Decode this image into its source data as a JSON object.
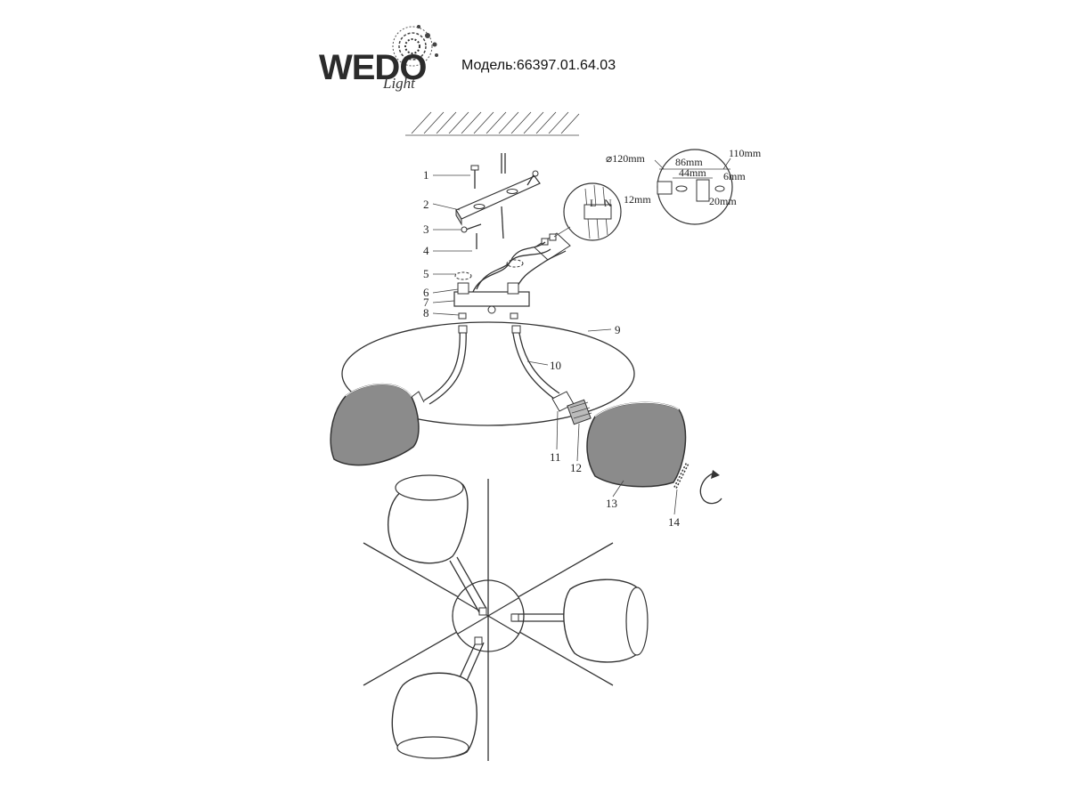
{
  "brand": {
    "name": "WEDO",
    "sub": "Light"
  },
  "model": "Модель:66397.01.64.03",
  "labels": {
    "l1": "1",
    "l2": "2",
    "l3": "3",
    "l4": "4",
    "l5": "5",
    "l6": "6",
    "l7": "7",
    "l8": "8",
    "l9": "9",
    "l10": "10",
    "l11": "11",
    "l12": "12",
    "l13": "13",
    "l14": "14"
  },
  "dimensions": {
    "d120": "⌀120mm",
    "d110": "110mm",
    "d86": "86mm",
    "d44": "44mm",
    "d6": "6mm",
    "d12": "12mm",
    "d20": "20mm"
  },
  "terminal": {
    "l": "L",
    "n": "N"
  },
  "icons": [
    "logo-swirl-icon",
    "rotate-arrow-icon",
    "ceiling-hatch"
  ]
}
